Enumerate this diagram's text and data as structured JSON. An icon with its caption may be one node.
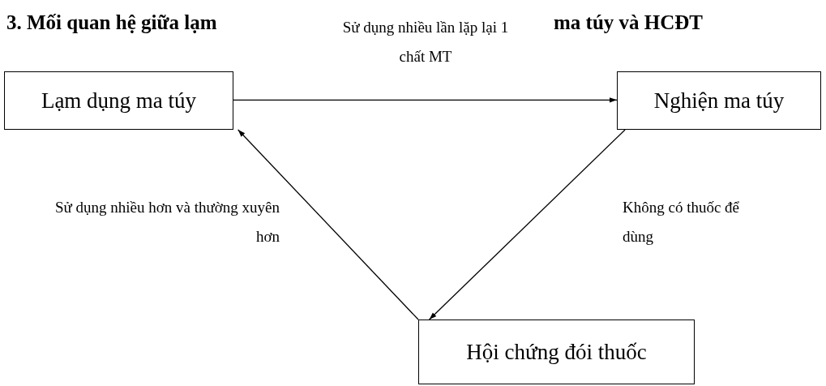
{
  "diagram": {
    "title": "3. Mối quan hệ giữa lạm",
    "nodes": [
      {
        "text": [
          "Lạm dụng ma túy"
        ]
      },
      {
        "text": [
          "Nghiện ma túy"
        ]
      },
      {
        "text": [
          "Hội chứng đói thuốc"
        ]
      }
    ],
    "edges": [
      {
        "from": 0,
        "to": 1,
        "arrow": "to",
        "label": "Sử dụng nhiều lần lặp lại 1 chất MT"
      },
      {
        "from": 1,
        "to": 2,
        "arrow": "to",
        "label": "Không có thuốc để dùng"
      },
      {
        "from": 2,
        "to": 0,
        "arrow": "to",
        "label": "Sử dụng nhiều hơn và thường xuyên hơn"
      }
    ],
    "labels": [
      "ma túy và HCĐT"
    ]
  }
}
